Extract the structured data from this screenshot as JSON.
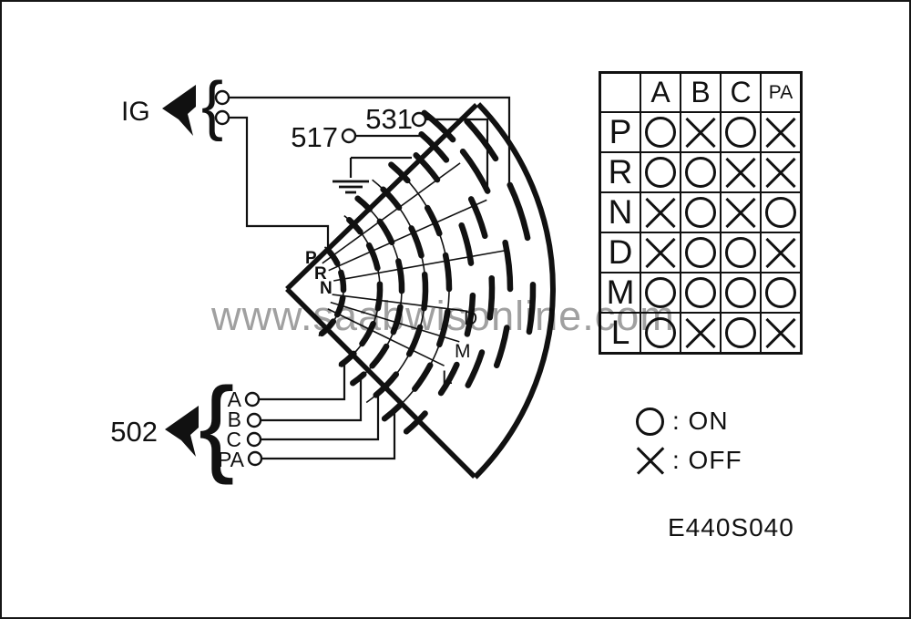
{
  "diagram": {
    "ig_label": "IG",
    "terminal_517": "517",
    "terminal_531": "531",
    "connector_502": "502",
    "brace": "{",
    "pins": [
      "A",
      "B",
      "C",
      "PA"
    ],
    "positions": {
      "p": "P",
      "r": "R",
      "n": "N",
      "d": "D",
      "m": "M",
      "l": "L"
    }
  },
  "logic_table": {
    "columns": [
      "A",
      "B",
      "C",
      "PA"
    ],
    "rows": [
      {
        "label": "P",
        "cells": [
          "ON",
          "OFF",
          "ON",
          "OFF"
        ]
      },
      {
        "label": "R",
        "cells": [
          "ON",
          "ON",
          "OFF",
          "OFF"
        ]
      },
      {
        "label": "N",
        "cells": [
          "OFF",
          "ON",
          "OFF",
          "ON"
        ]
      },
      {
        "label": "D",
        "cells": [
          "OFF",
          "ON",
          "ON",
          "OFF"
        ]
      },
      {
        "label": "M",
        "cells": [
          "ON",
          "ON",
          "ON",
          "ON"
        ]
      },
      {
        "label": "L",
        "cells": [
          "ON",
          "OFF",
          "ON",
          "OFF"
        ]
      }
    ]
  },
  "legend": {
    "items": [
      {
        "state": "ON",
        "label": ": ON"
      },
      {
        "state": "OFF",
        "label": ": OFF"
      }
    ]
  },
  "watermark": "www.saabwisonline.com",
  "figure_id": "E440S040",
  "colors": {
    "ink": "#111111",
    "watermark_gray": "#8f8f8f"
  }
}
